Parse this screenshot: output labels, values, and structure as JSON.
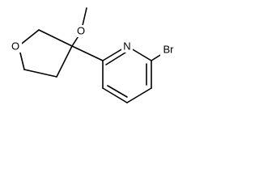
{
  "molecule": {
    "atoms": {
      "oxygen_ring": "O",
      "oxygen_methoxy": "O",
      "nitrogen": "N",
      "bromine": "Br"
    }
  },
  "colors": {
    "bond": "#000000",
    "label": "#000000",
    "background": "#ffffff"
  }
}
